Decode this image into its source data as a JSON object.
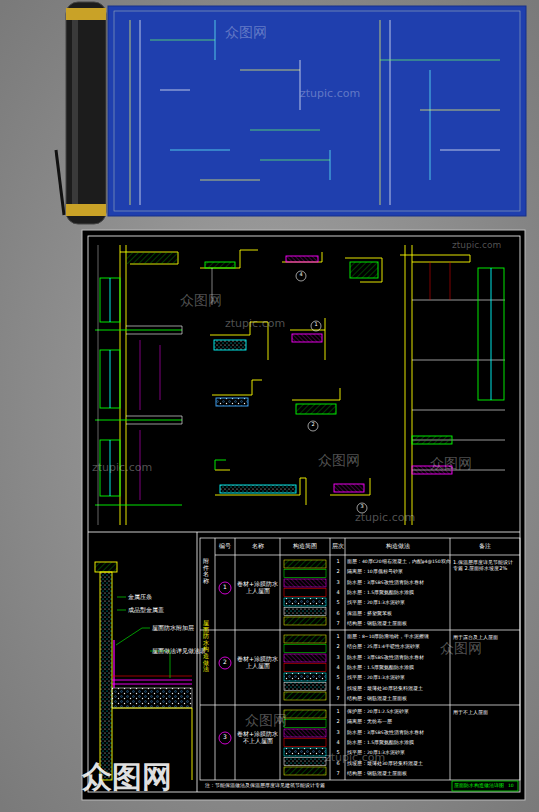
{
  "diagram": {
    "labels": [
      "ztupic.com",
      "众图网",
      "ztupic.com",
      "众图网",
      "ztupic.com",
      "众图网",
      "ztupic.com",
      "众图网",
      "ztupic.com",
      "众图网",
      "众图网",
      "众图网",
      "ztupic.com",
      "附件名称",
      "编号",
      "名称",
      "构造简图",
      "层次",
      "构造做法",
      "备注",
      "屋面防水构造做法",
      "1",
      "卷材+涂膜防水 上人屋面",
      "2",
      "卷材+涂膜防水 上人屋面",
      "3",
      "卷材+涂膜防水 不上人屋面",
      "1",
      "2",
      "3",
      "4",
      "5",
      "6",
      "7",
      "1",
      "2",
      "3",
      "4",
      "5",
      "6",
      "7",
      "1",
      "2",
      "3",
      "4",
      "5",
      "6",
      "7",
      "面层：40厚C20细石混凝土，内配φ4@150双向",
      "隔离层：10厚低标号砂浆",
      "防水层：3厚SBS改性沥青防水卷材",
      "防水层：1.5厚聚氨酯防水涂膜",
      "找平层：20厚1:3水泥砂浆",
      "保温层：挤塑聚苯板",
      "结构层：钢筋混凝土屋面板",
      "面层：8~10厚防滑地砖，干水泥擦缝",
      "结合层：25厚1:4干硬性水泥砂浆",
      "防水层：3厚SBS改性沥青防水卷材",
      "防水层：1.5厚聚氨酯防水涂膜",
      "找平层：20厚1:3水泥砂浆",
      "找坡层：最薄处30厚轻集料混凝土",
      "结构层：钢筋混凝土屋面板",
      "保护层：20厚1:2.5水泥砂浆",
      "隔离层：无纺布一层",
      "防水层：3厚SBS改性沥青防水卷材",
      "防水层：1.5厚聚氨酯防水涂膜",
      "找平层：20厚1:3水泥砂浆",
      "找坡层：最薄处30厚轻集料混凝土",
      "结构层：钢筋混凝土屋面板",
      "1.保温层厚度详见节能设计专篇 2.屋面排水坡度2%",
      "用于露台及上人屋面",
      "用于不上人屋面",
      "金属压条",
      "成品型金属盖",
      "屋面防水附加层",
      "屋面做法详见做法表",
      "注：节能保温做法及保温层厚度详见建筑节能设计专篇",
      "屋面防水构造做法详图",
      "10",
      "1",
      "2",
      "3",
      "4"
    ]
  }
}
